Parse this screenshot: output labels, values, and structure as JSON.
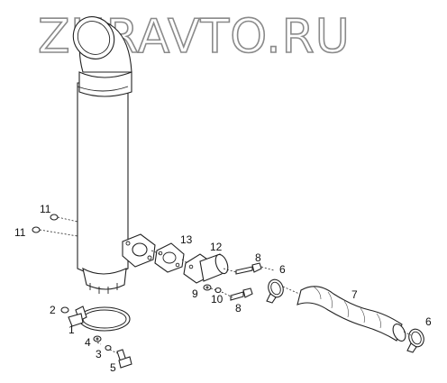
{
  "watermark": {
    "text": "ZURAVTO.RU"
  },
  "callouts": {
    "c1": "1",
    "c2": "2",
    "c3": "3",
    "c4": "4",
    "c5": "5",
    "c6a": "6",
    "c6b": "6",
    "c7": "7",
    "c8a": "8",
    "c8b": "8",
    "c9": "9",
    "c10": "10",
    "c11a": "11",
    "c11b": "11",
    "c12": "12",
    "c13": "13"
  }
}
